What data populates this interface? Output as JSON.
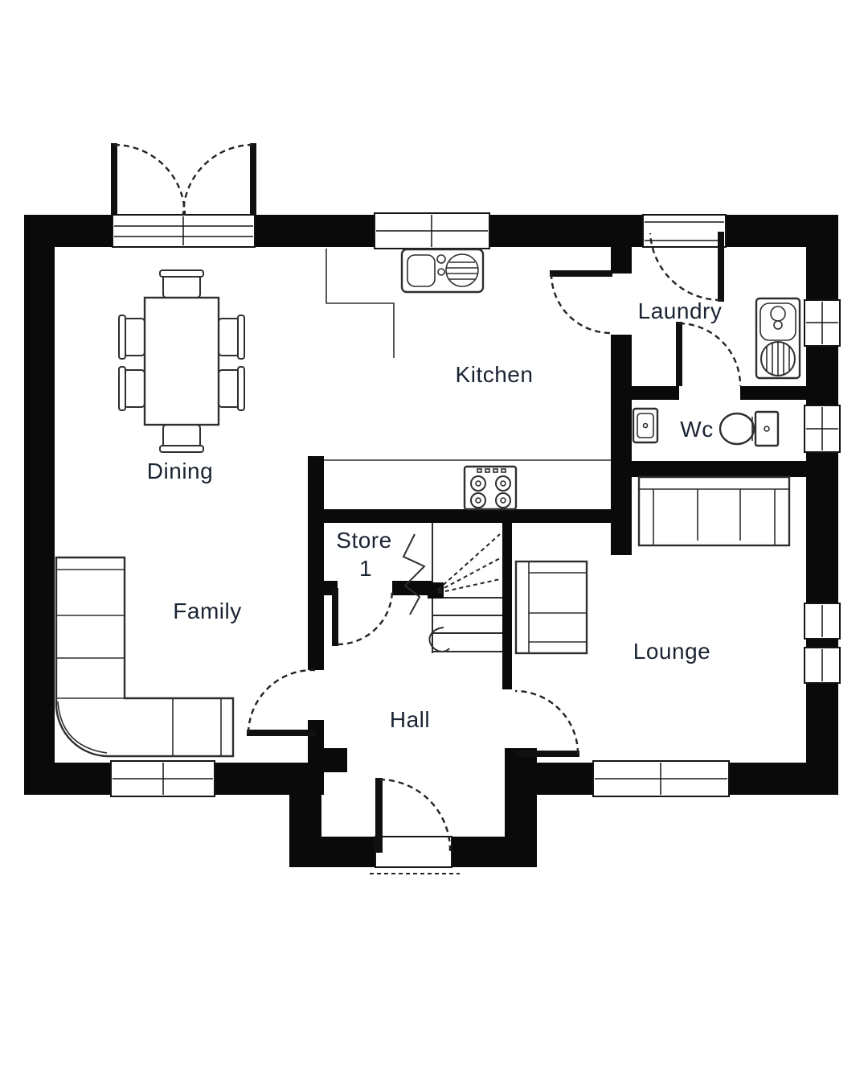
{
  "floor_plan": {
    "rooms": [
      {
        "id": "dining",
        "label": "Dining"
      },
      {
        "id": "kitchen",
        "label": "Kitchen"
      },
      {
        "id": "laundry",
        "label": "Laundry"
      },
      {
        "id": "wc",
        "label": "Wc"
      },
      {
        "id": "store",
        "label": "Store",
        "label_line2": "1"
      },
      {
        "id": "family",
        "label": "Family"
      },
      {
        "id": "hall",
        "label": "Hall"
      },
      {
        "id": "lounge",
        "label": "Lounge"
      }
    ],
    "colors": {
      "background": "#ffffff",
      "wall": "#0a0a0a",
      "line": "#2e2e2e",
      "label": "#1b2433"
    }
  }
}
